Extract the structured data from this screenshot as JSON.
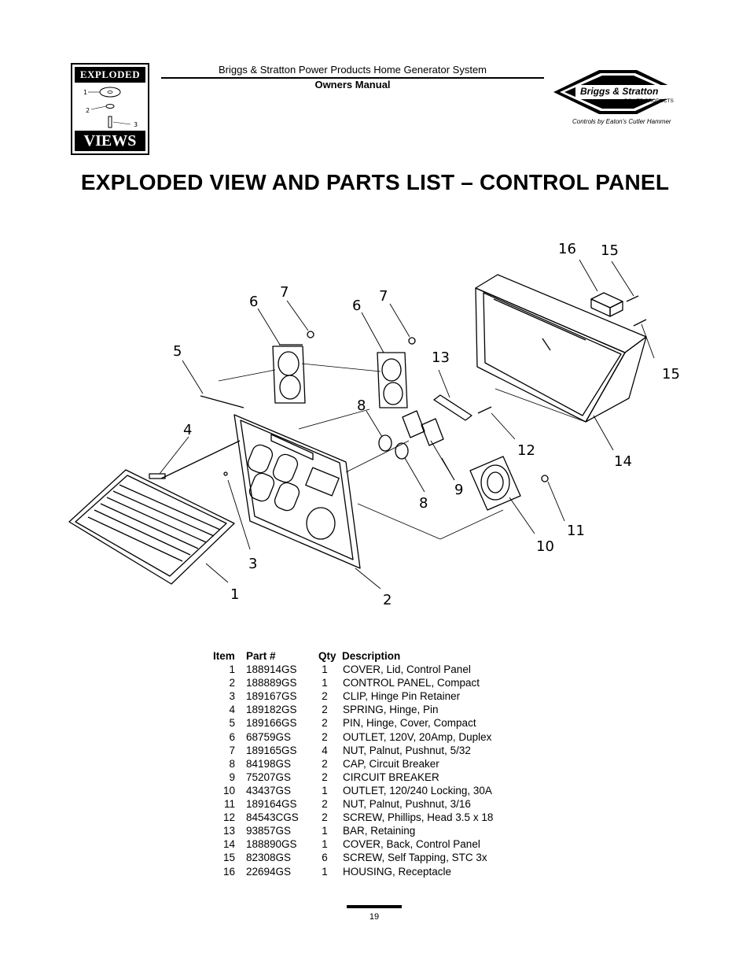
{
  "header": {
    "badge_top": "EXPLODED",
    "badge_bottom": "VIEWS",
    "badge_callouts": [
      "1",
      "2",
      "3"
    ],
    "title": "Briggs & Stratton Power Products Home Generator System",
    "subtitle": "Owners Manual",
    "logo_text": "Briggs & Stratton",
    "logo_sub": "POWER PRODUCTS",
    "logo_caption": "Controls by Eaton's Cutler Hammer"
  },
  "page_title": "EXPLODED VIEW AND PARTS LIST – CONTROL PANEL",
  "diagram": {
    "callouts": [
      "16",
      "15",
      "6",
      "7",
      "6",
      "7",
      "5",
      "13",
      "15",
      "8",
      "4",
      "12",
      "14",
      "9",
      "8",
      "11",
      "10",
      "3",
      "1",
      "2"
    ]
  },
  "parts_list": {
    "headers": {
      "item": "Item",
      "part": "Part #",
      "qty": "Qty",
      "desc": "Description"
    },
    "rows": [
      {
        "item": "1",
        "part": "188914GS",
        "qty": "1",
        "desc": "COVER, Lid, Control Panel"
      },
      {
        "item": "2",
        "part": "188889GS",
        "qty": "1",
        "desc": "CONTROL PANEL, Compact"
      },
      {
        "item": "3",
        "part": "189167GS",
        "qty": "2",
        "desc": "CLIP, Hinge Pin Retainer"
      },
      {
        "item": "4",
        "part": "189182GS",
        "qty": "2",
        "desc": "SPRING, Hinge, Pin"
      },
      {
        "item": "5",
        "part": "189166GS",
        "qty": "2",
        "desc": "PIN, Hinge, Cover, Compact"
      },
      {
        "item": "6",
        "part": "68759GS",
        "qty": "2",
        "desc": "OUTLET, 120V, 20Amp, Duplex"
      },
      {
        "item": "7",
        "part": "189165GS",
        "qty": "4",
        "desc": "NUT, Palnut, Pushnut, 5/32"
      },
      {
        "item": "8",
        "part": "84198GS",
        "qty": "2",
        "desc": "CAP, Circuit Breaker"
      },
      {
        "item": "9",
        "part": "75207GS",
        "qty": "2",
        "desc": "CIRCUIT BREAKER"
      },
      {
        "item": "10",
        "part": "43437GS",
        "qty": "1",
        "desc": "OUTLET, 120/240 Locking, 30A"
      },
      {
        "item": "11",
        "part": "189164GS",
        "qty": "2",
        "desc": "NUT, Palnut, Pushnut, 3/16"
      },
      {
        "item": "12",
        "part": "84543CGS",
        "qty": "2",
        "desc": "SCREW, Phillips, Head 3.5 x 18"
      },
      {
        "item": "13",
        "part": "93857GS",
        "qty": "1",
        "desc": "BAR, Retaining"
      },
      {
        "item": "14",
        "part": "188890GS",
        "qty": "1",
        "desc": "COVER, Back, Control Panel"
      },
      {
        "item": "15",
        "part": "82308GS",
        "qty": "6",
        "desc": "SCREW, Self Tapping, STC 3x"
      },
      {
        "item": "16",
        "part": "22694GS",
        "qty": "1",
        "desc": "HOUSING, Receptacle"
      }
    ]
  },
  "page_number": "19"
}
